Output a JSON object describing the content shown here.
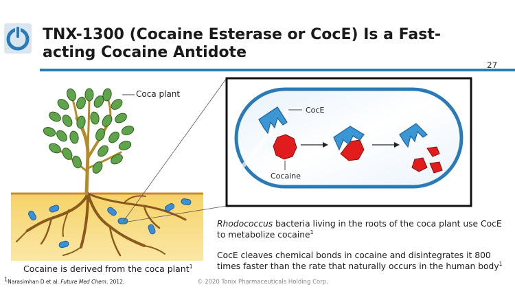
{
  "slide": {
    "title": "TNX-1300 (Cocaine Esterase or CocE) Is a Fast-acting Cocaine Antidote",
    "page_number": "27",
    "copyright": "© 2020 Tonix Pharmaceuticals Holding Corp."
  },
  "labels": {
    "coca_plant": "Coca plant",
    "coce": "CocE",
    "cocaine": "Cocaine"
  },
  "caption": {
    "text": "Cocaine is derived from the coca plant",
    "sup": "1"
  },
  "description": {
    "p1_italic": "Rhodococcus",
    "p1_text": " bacteria living in the roots of the coca plant use CocE to metabolize cocaine",
    "p1_sup": "1",
    "p2_text": "CocE cleaves chemical bonds in cocaine and disintegrates it 800 times faster than the rate that naturally occurs in the human body",
    "p2_sup": "1"
  },
  "footnote": {
    "sup": "1",
    "authors": "Narasimhan D et al. ",
    "journal": "Future Med Chem",
    "year": ". 2012."
  },
  "colors": {
    "brand_blue": "#2a7ab8",
    "cocaine_red": "#e01c1c",
    "enzyme_blue": "#3a97d4",
    "bacteria_blue": "#3b8fd9",
    "soil": "#f3c84f",
    "leaf": "#4f8f3a"
  }
}
